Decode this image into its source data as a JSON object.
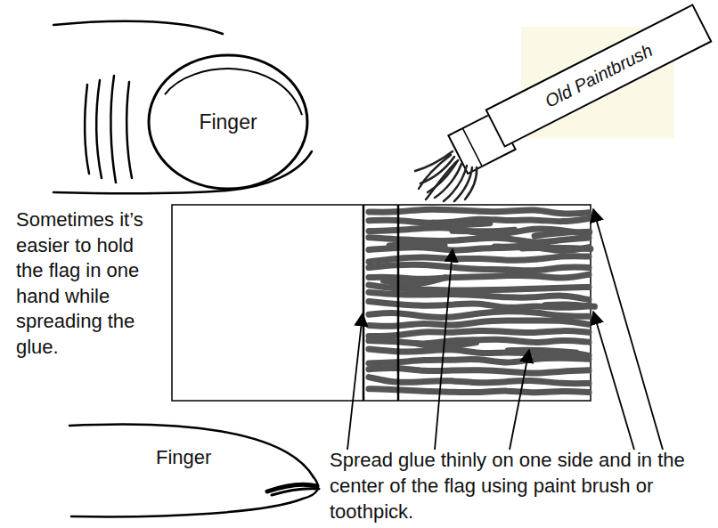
{
  "diagram": {
    "nodes": [
      {
        "text": [
          "Finger"
        ]
      },
      {
        "text": [
          "Old Paintbrush"
        ]
      }
    ],
    "labels": [
      "Sometimes it’s easier to hold the flag in one hand while spreading the glue.",
      "Finger",
      "Spread glue thinly on one side and in the center of the flag using paint brush or toothpick."
    ]
  }
}
